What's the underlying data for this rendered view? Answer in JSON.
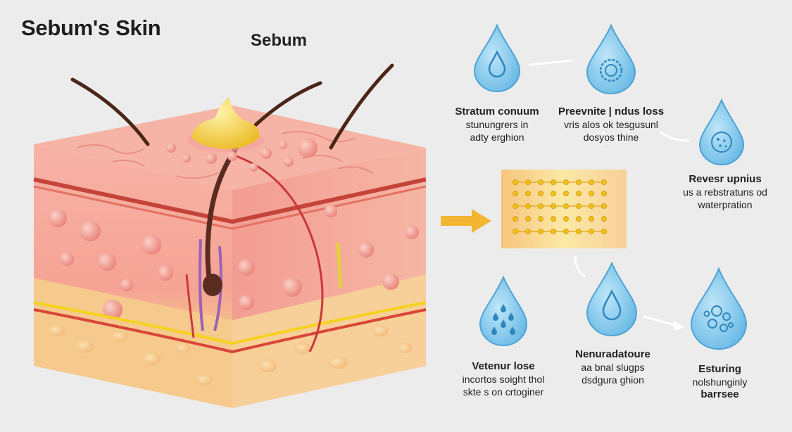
{
  "title": "Sebum's Skin",
  "sebum_label": "Sebum",
  "captions": {
    "stratum": {
      "head": "Stratum conuum",
      "line1": "stunungrers in",
      "line2": "adty erghion"
    },
    "prevent": {
      "head": "Preevnite | ndus loss",
      "line1": "vris alos ok tesgusunl",
      "line2": "dosyos thine"
    },
    "reves": {
      "head": "Revesr upnius",
      "line1": "us a rebstratuns od",
      "line2": "waterpration"
    },
    "vetenur": {
      "head": "Vetenur lose",
      "line1": "incortos soight thol",
      "line2": "skte s on crtoginer"
    },
    "nenur": {
      "head": "Nenuradatoure",
      "line1": "aa bnal slugps",
      "line2": "dsdgura ghion"
    },
    "esturing": {
      "head": "Esturing",
      "line1": "nolshunginly",
      "line2": "barrsee"
    }
  },
  "colors": {
    "drop": "#7cc4ea",
    "arrow": "#f2b632",
    "skin_top": "#f3a9a0",
    "fat_layer": "#f6c98c",
    "sebum": "#f7d33b"
  }
}
